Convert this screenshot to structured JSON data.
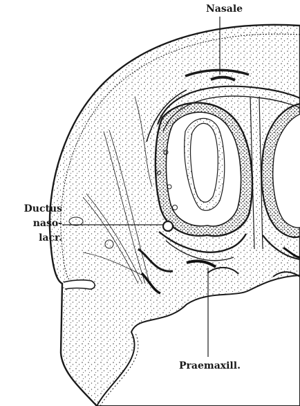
{
  "labels": {
    "nasale": "Nasale",
    "ductus": [
      "Ductus",
      "naso-",
      "lacr."
    ],
    "praemaxill": "Praemaxill."
  },
  "colors": {
    "ink": "#1a1a1a",
    "paper": "#ffffff",
    "tissue": "#f2f2f2"
  }
}
